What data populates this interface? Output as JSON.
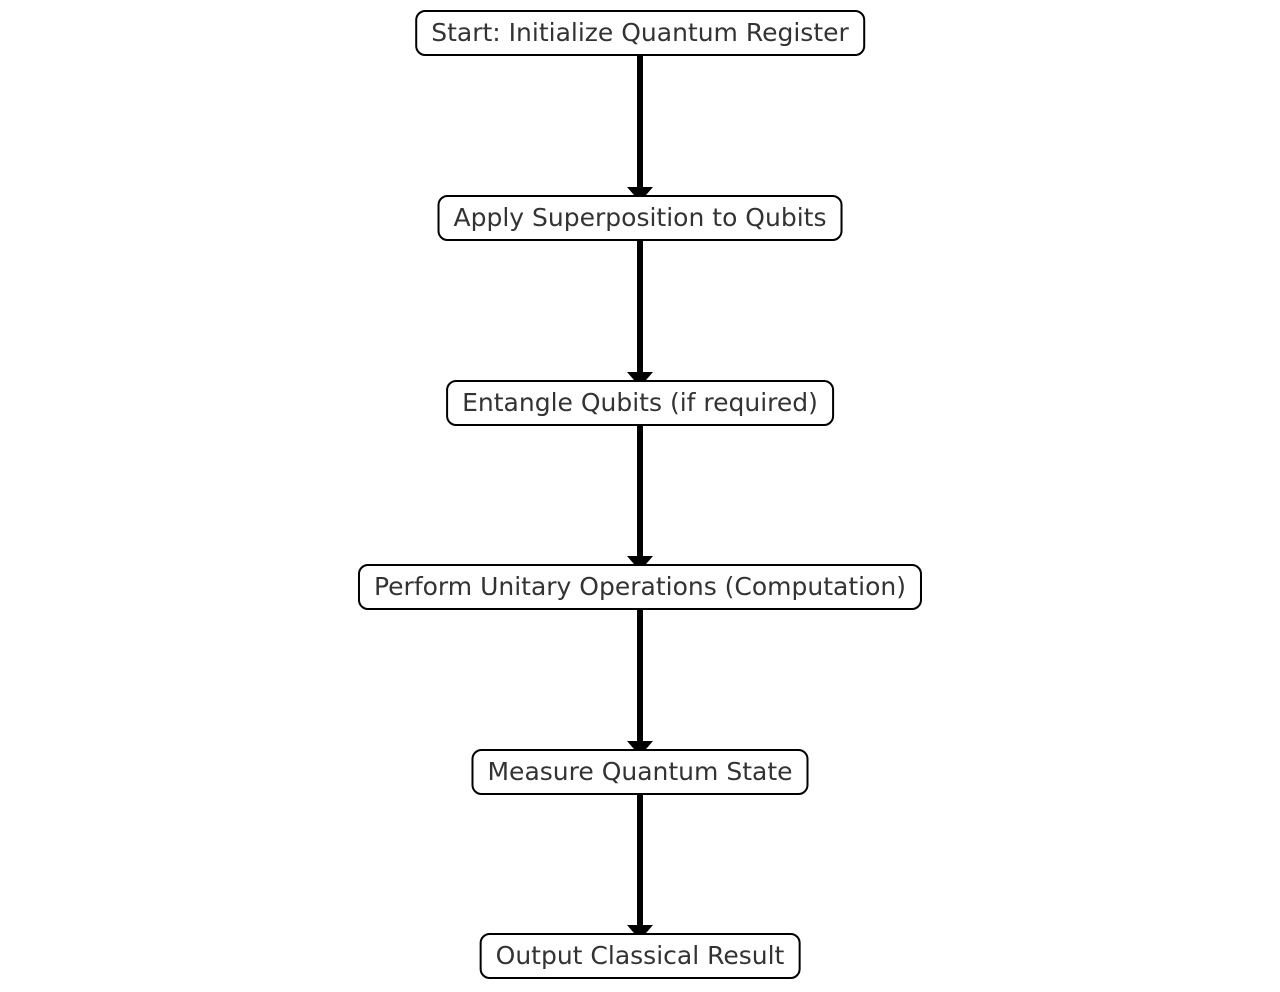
{
  "diagram": {
    "type": "flowchart",
    "direction": "top-down",
    "background_color": "#ffffff",
    "node_fill_color": "#ffffff",
    "node_border_color": "#000000",
    "node_text_color": "#333333",
    "arrow_color": "#000000",
    "nodes": [
      {
        "id": "start",
        "label": "Start: Initialize Quantum Register"
      },
      {
        "id": "superpose",
        "label": "Apply Superposition to Qubits"
      },
      {
        "id": "entangle",
        "label": "Entangle Qubits (if required)"
      },
      {
        "id": "unitary",
        "label": "Perform Unitary Operations (Computation)"
      },
      {
        "id": "measure",
        "label": "Measure Quantum State"
      },
      {
        "id": "output",
        "label": "Output Classical Result"
      }
    ],
    "edges": [
      {
        "from": "start",
        "to": "superpose"
      },
      {
        "from": "superpose",
        "to": "entangle"
      },
      {
        "from": "entangle",
        "to": "unitary"
      },
      {
        "from": "unitary",
        "to": "measure"
      },
      {
        "from": "measure",
        "to": "output"
      }
    ]
  }
}
